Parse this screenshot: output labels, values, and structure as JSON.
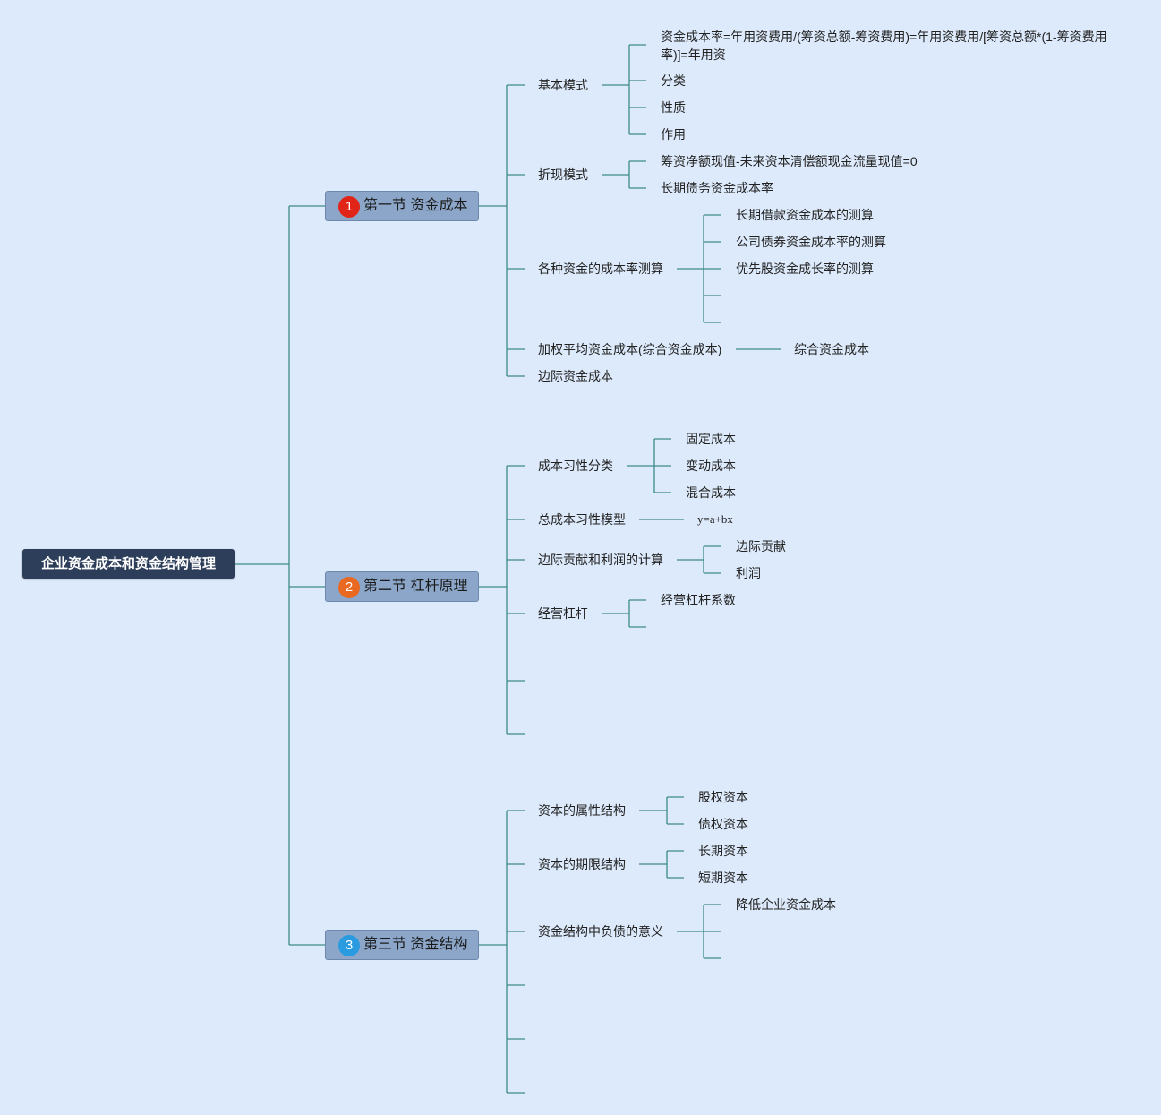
{
  "root": "企业资金成本和资金结构管理",
  "sections": [
    {
      "num": "1",
      "title": "第一节 资金成本",
      "color": "#e02418"
    },
    {
      "num": "2",
      "title": "第二节 杠杆原理",
      "color": "#e8691f"
    },
    {
      "num": "3",
      "title": "第三节 资金结构",
      "color": "#2a9be0"
    }
  ],
  "s1": {
    "basic": "基本模式",
    "basic_items": [
      "资金成本率=年用资费用/(筹资总额-筹资费用)=年用资费用/[筹资总额*(1-筹资费用率)]=年用资",
      "分类",
      "性质",
      "作用"
    ],
    "discount": "折现模式",
    "discount_items": [
      "筹资净额现值-未来资本清偿额现金流量现值=0",
      "长期债务资金成本率"
    ],
    "various": "各种资金的成本率测算",
    "various_items": [
      "长期借款资金成本的测算",
      "公司债券资金成本率的测算",
      "优先股资金成长率的测算"
    ],
    "weighted": "加权平均资金成本(综合资金成本)",
    "weighted_item": "综合资金成本",
    "marginal": "边际资金成本"
  },
  "s2": {
    "habit": "成本习性分类",
    "habit_items": [
      "固定成本",
      "变动成本",
      "混合成本"
    ],
    "model": "总成本习性模型",
    "model_item": "y=a+bx",
    "contrib": "边际贡献和利润的计算",
    "contrib_items": [
      "边际贡献",
      "利润"
    ],
    "operating": "经营杠杆",
    "operating_item": "经营杠杆系数"
  },
  "s3": {
    "attr": "资本的属性结构",
    "attr_items": [
      "股权资本",
      "债权资本"
    ],
    "term": "资本的期限结构",
    "term_items": [
      "长期资本",
      "短期资本"
    ],
    "debt": "资金结构中负债的意义",
    "debt_item": "降低企业资金成本"
  }
}
